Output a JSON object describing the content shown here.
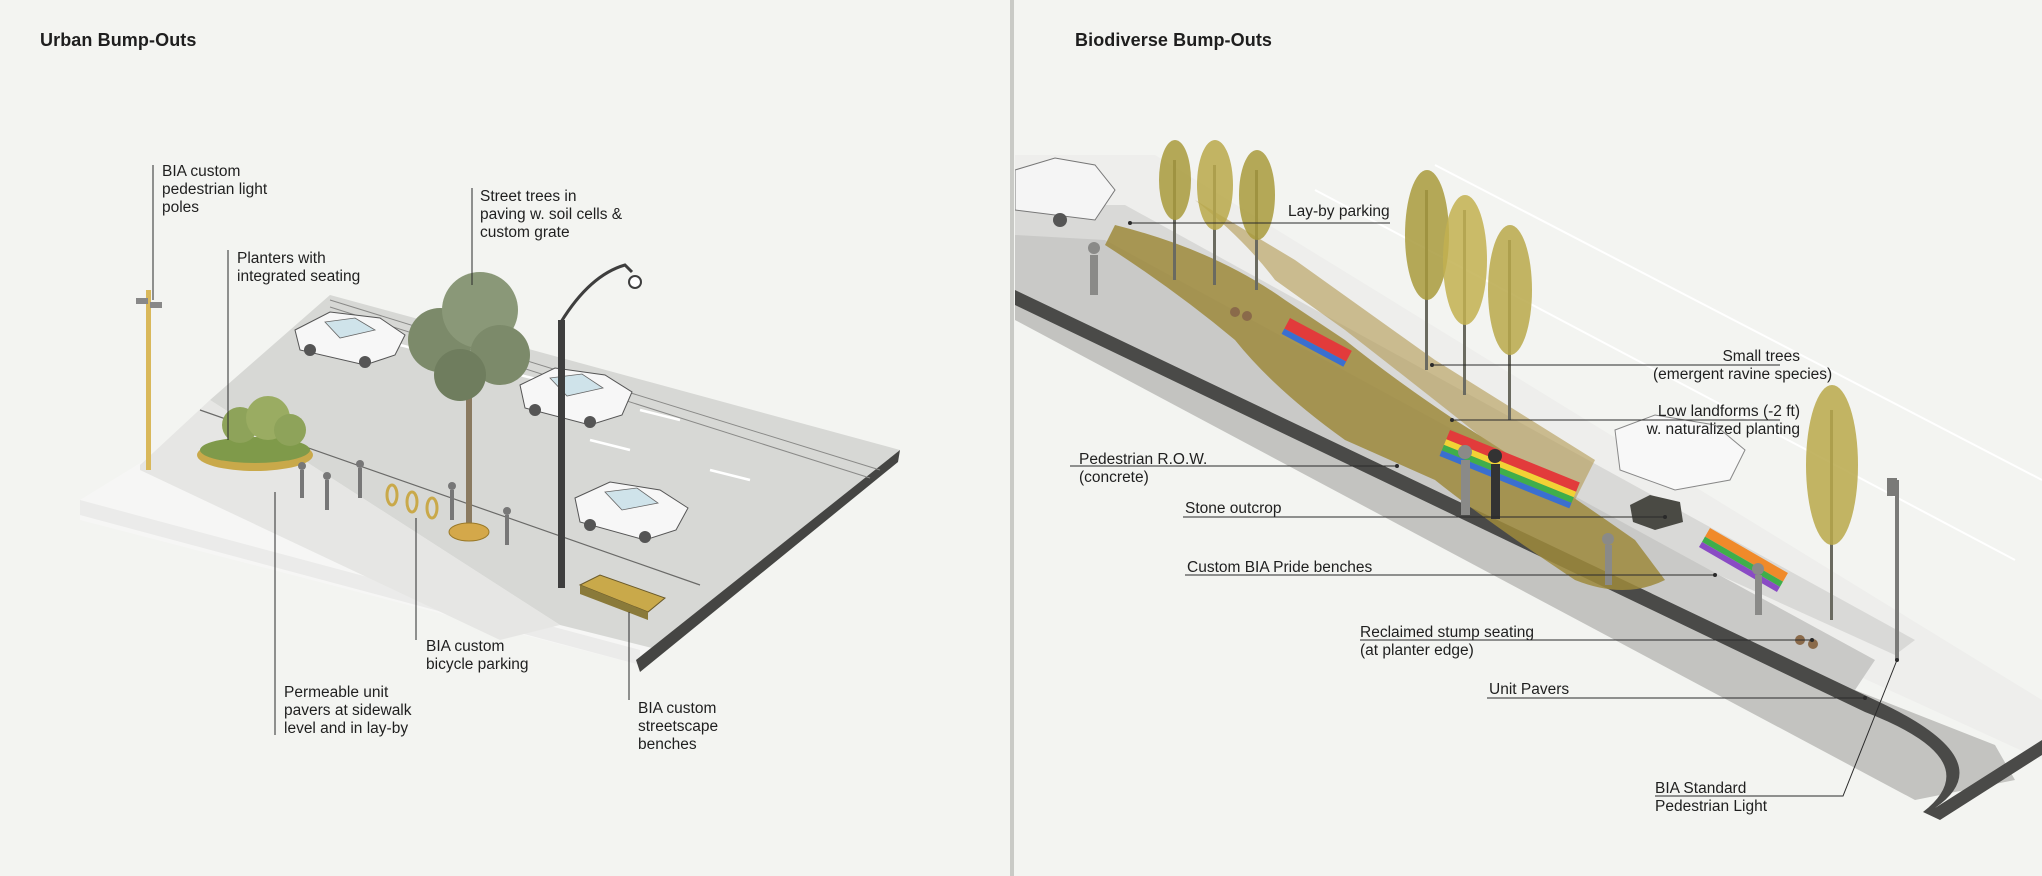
{
  "left": {
    "title": "Urban Bump-Outs",
    "labels": {
      "light_poles": [
        "BIA custom",
        "pedestrian light",
        "poles"
      ],
      "planters": [
        "Planters with",
        "integrated seating"
      ],
      "street_trees": [
        "Street trees in",
        "paving w. soil cells &",
        "custom grate"
      ],
      "bicycle_parking": [
        "BIA custom",
        "bicycle parking"
      ],
      "permeable_pavers": [
        "Permeable unit",
        "pavers at sidewalk",
        "level and in lay-by"
      ],
      "benches": [
        "BIA custom",
        "streetscape",
        "benches"
      ]
    }
  },
  "right": {
    "title": "Biodiverse Bump-Outs",
    "labels": {
      "layby_parking": [
        "Lay-by parking"
      ],
      "small_trees": [
        "Small trees",
        "(emergent ravine species)"
      ],
      "low_landforms": [
        "Low landforms (-2 ft)",
        "w. naturalized planting"
      ],
      "pedestrian_row": [
        "Pedestrian R.O.W.",
        "(concrete)"
      ],
      "stone_outcrop": [
        "Stone outcrop"
      ],
      "pride_benches": [
        "Custom BIA Pride benches"
      ],
      "stump_seating": [
        "Reclaimed stump seating",
        "(at planter edge)"
      ],
      "unit_pavers": [
        "Unit Pavers"
      ],
      "standard_light": [
        "BIA Standard",
        "Pedestrian Light"
      ]
    }
  },
  "colors": {
    "background": "#f3f4f1",
    "road": "#d7d8d5",
    "sidewalk": "#e8e8e6",
    "curb": "#4a4a48",
    "planting": "#9d8a3c",
    "tree_foliage": "#a89a3c",
    "pride_bench_stripes": [
      "#e23b3b",
      "#f08a2a",
      "#f2d235",
      "#3fae4b",
      "#3a6fd0",
      "#8a4bc4"
    ]
  }
}
